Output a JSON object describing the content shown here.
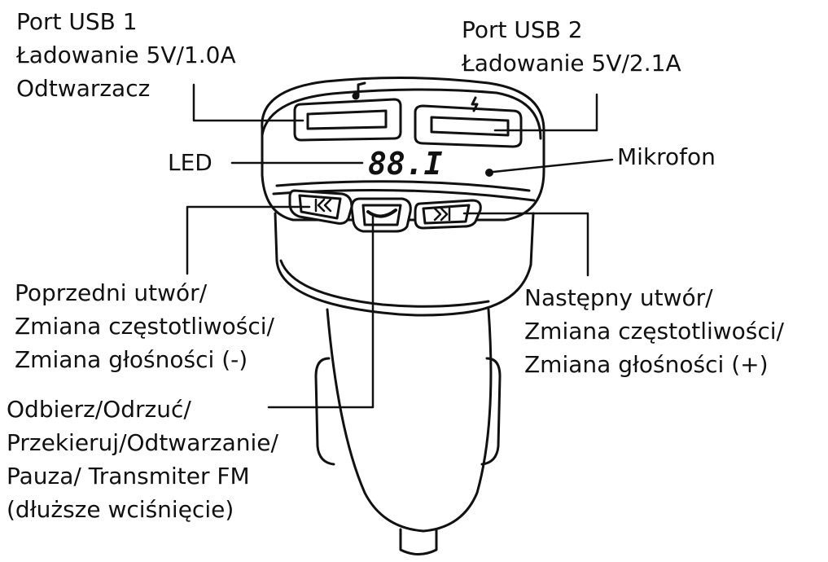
{
  "labels": {
    "usb1": [
      "Port USB 1",
      "Ładowanie 5V/1.0A",
      "Odtwarzacz"
    ],
    "usb2": [
      "Port USB 2",
      "Ładowanie 5V/2.1A"
    ],
    "led": "LED",
    "mic": "Mikrofon",
    "prev": [
      "Poprzedni utwór/",
      "Zmiana częstotliwości/",
      "Zmiana głośności (-)"
    ],
    "next": [
      "Następny utwór/",
      "Zmiana częstotliwości/",
      "Zmiana głośności (+)"
    ],
    "answer": [
      "Odbierz/Odrzuć/",
      "Przekieruj/Odtwarzanie/",
      "Pauza/ Transmiter FM",
      "(dłuższe wciśnięcie)"
    ]
  },
  "device": {
    "display_text": "88.I",
    "usb1_icon": "music-note-icon",
    "usb2_icon": "lightning-icon",
    "prev_icon": "skip-back-icon",
    "call_icon": "phone-handset-icon",
    "next_icon": "skip-forward-icon"
  },
  "colors": {
    "line": "#111111",
    "background": "#ffffff"
  }
}
